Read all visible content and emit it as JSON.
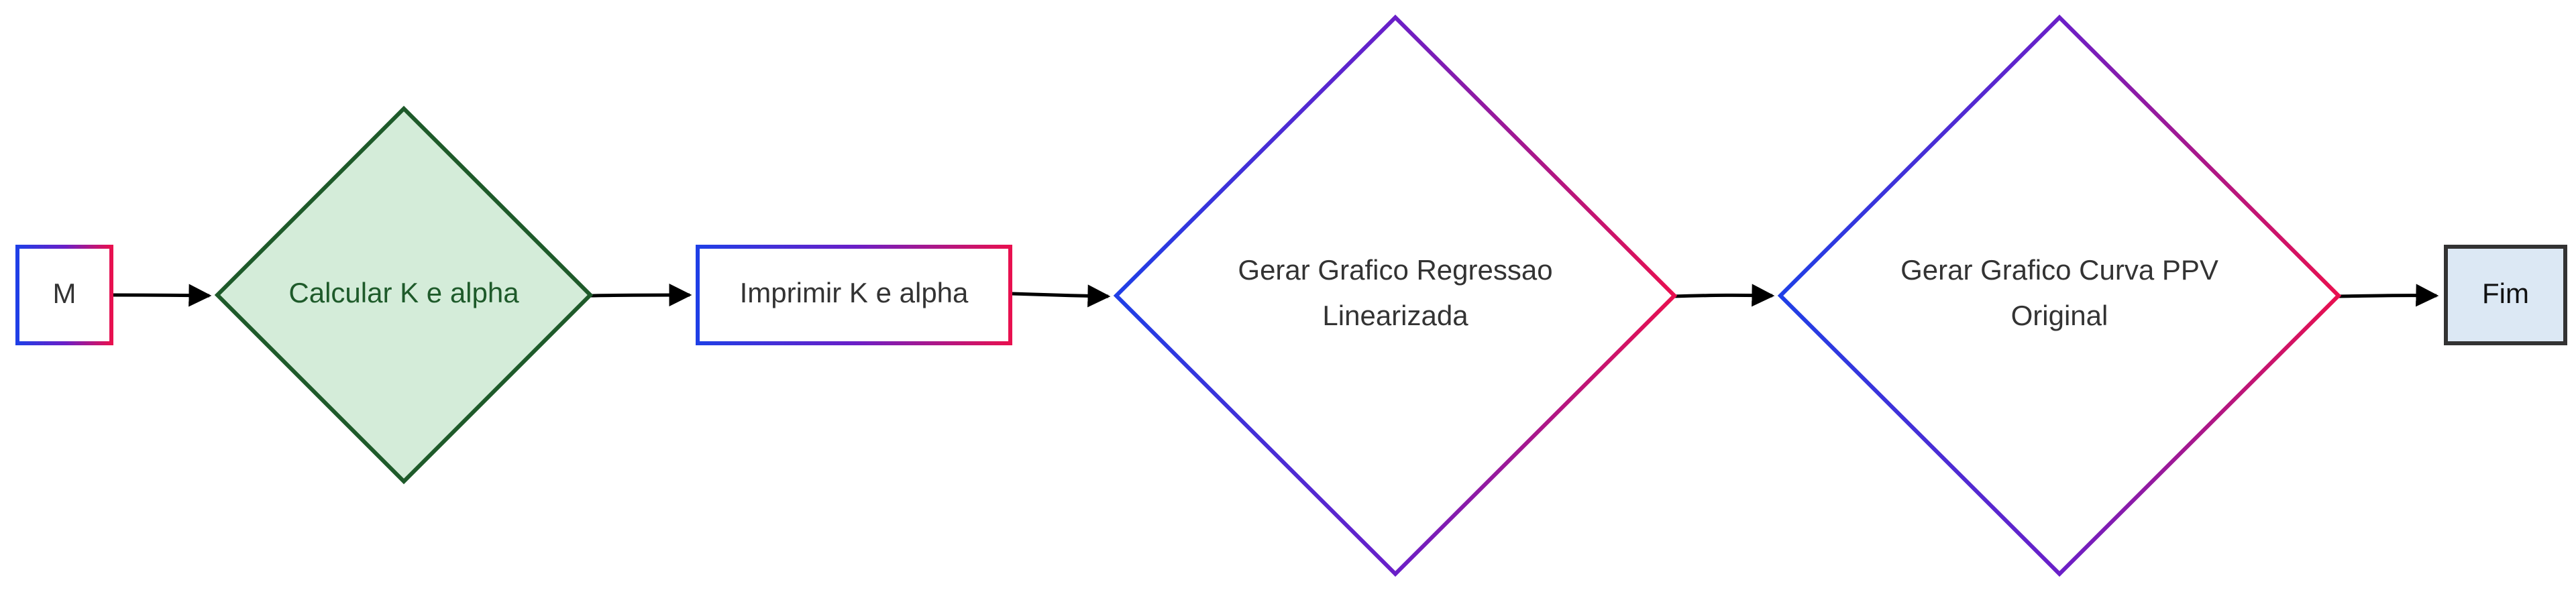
{
  "diagram": {
    "nodes": [
      {
        "id": "m",
        "label": "M"
      },
      {
        "id": "calc",
        "label": "Calcular K e alpha"
      },
      {
        "id": "print",
        "label": "Imprimir K e alpha"
      },
      {
        "id": "graph-reg",
        "label_line1": "Gerar Grafico Regressao",
        "label_line2": "Linearizada"
      },
      {
        "id": "graph-ppv",
        "label_line1": "Gerar Grafico Curva PPV",
        "label_line2": "Original"
      },
      {
        "id": "end",
        "label": "Fim"
      }
    ],
    "edges": [
      {
        "from": "m",
        "to": "calc"
      },
      {
        "from": "calc",
        "to": "print"
      },
      {
        "from": "print",
        "to": "graph-reg"
      },
      {
        "from": "graph-reg",
        "to": "graph-ppv"
      },
      {
        "from": "graph-ppv",
        "to": "end"
      }
    ]
  },
  "colors": {
    "gradient_start": "#1f3fe6",
    "gradient_mid": "#6a1fc8",
    "gradient_end": "#e8104f",
    "decision_fill": "#d4ecd9",
    "decision_stroke": "#1e5a2a",
    "decision_text": "#1e5a2a",
    "end_fill": "#dce8f4",
    "end_stroke": "#333333",
    "text": "#333333",
    "arrow": "#000000"
  }
}
